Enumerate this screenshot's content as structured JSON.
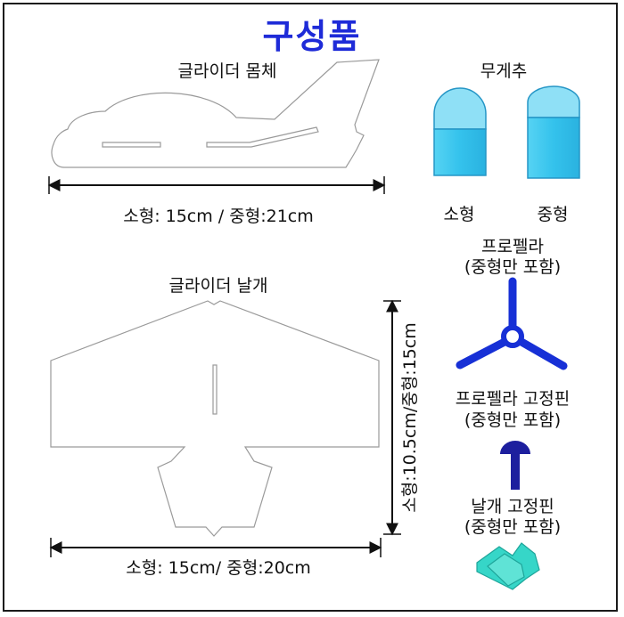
{
  "title": "구성품",
  "body": {
    "label": "글라이더 몸체",
    "size": "소형: 15cm / 중형:21cm"
  },
  "weights": {
    "label": "무게추",
    "small": "소형",
    "medium": "중형"
  },
  "wing": {
    "label": "글라이더 날개",
    "width_size": "소형: 15cm/ 중형:20cm",
    "height_size": "소형:10.5cm/중형:15cm"
  },
  "propeller": {
    "label": "프로펠라",
    "note": "(중형만 포함)"
  },
  "propeller_pin": {
    "label": "프로펠라 고정핀",
    "note": "(중형만 포함)"
  },
  "wing_pin": {
    "label": "날개 고정핀",
    "note": "(중형만 포함)"
  },
  "colors": {
    "title": "#1e2bd8",
    "weight_cyan": "#3fc8ee",
    "propeller_blue": "#1730d6",
    "pin_navy": "#1d1f9e",
    "wing_pin_teal": "#36d6c8"
  }
}
